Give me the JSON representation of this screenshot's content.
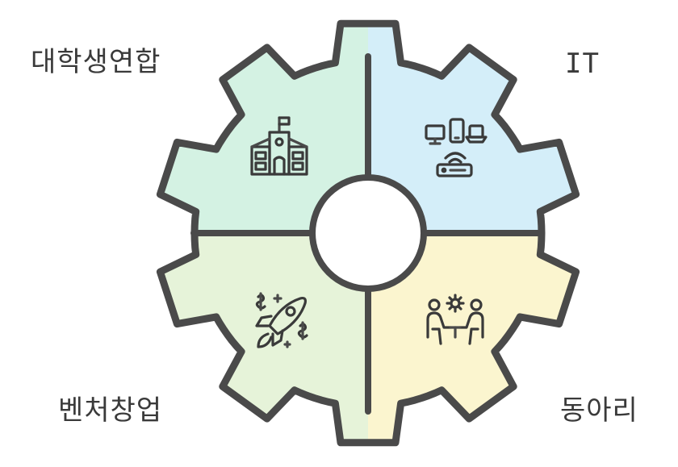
{
  "diagram": {
    "quadrants": [
      {
        "id": "top-left",
        "label": "대학생연합",
        "icon": "school-building-icon",
        "color": "#d4f2e3"
      },
      {
        "id": "top-right",
        "label": "IT",
        "icon": "devices-network-icon",
        "color": "#d4eef9"
      },
      {
        "id": "bottom-left",
        "label": "벤처창업",
        "icon": "rocket-startup-icon",
        "color": "#e6f3d9"
      },
      {
        "id": "bottom-right",
        "label": "동아리",
        "icon": "club-people-icon",
        "color": "#fbf5cf"
      }
    ],
    "outline_color": "#4a4a4a"
  }
}
